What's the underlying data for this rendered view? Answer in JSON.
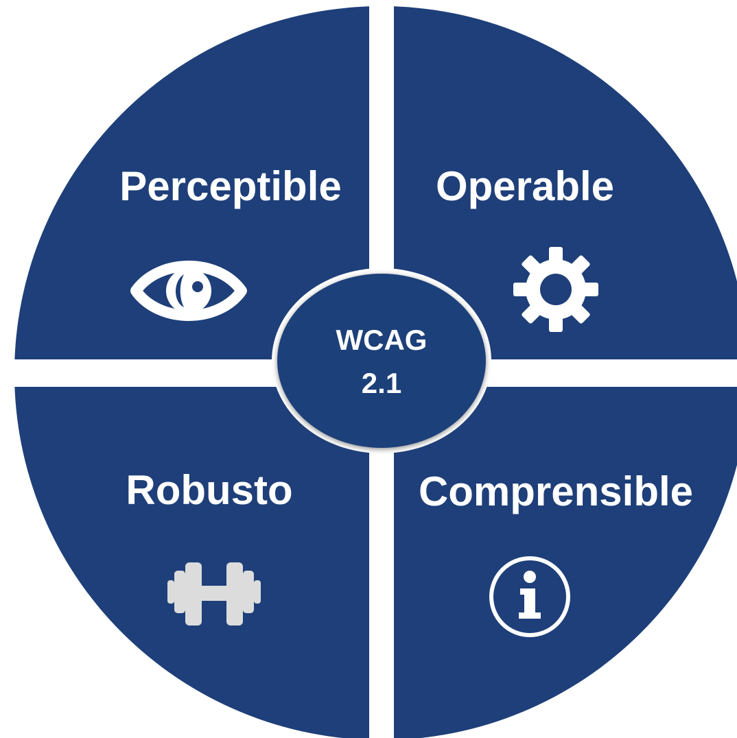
{
  "colors": {
    "quadrant_fill": "#1e3f79",
    "separator": "#ffffff",
    "text": "#ffffff",
    "icon_light": "#dcdcdc"
  },
  "center": {
    "line1": "WCAG",
    "line2": "2.1"
  },
  "quadrants": [
    {
      "label": "Perceptible",
      "icon": "eye-icon"
    },
    {
      "label": "Operable",
      "icon": "gear-icon"
    },
    {
      "label": "Robusto",
      "icon": "dumbbell-icon"
    },
    {
      "label": "Comprensible",
      "icon": "info-icon"
    }
  ]
}
